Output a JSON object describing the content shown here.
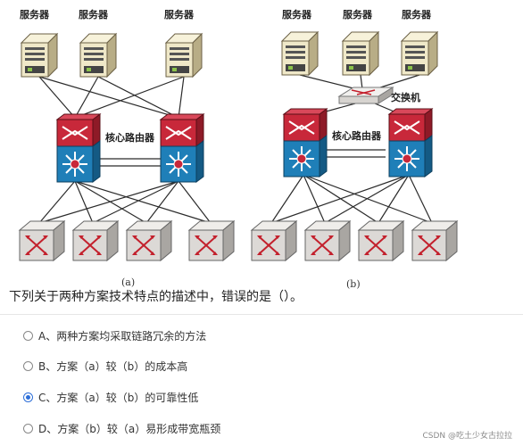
{
  "diagram": {
    "server_label": "服务器",
    "core_router_label": "核心路由器",
    "switch_label": "交换机",
    "caption_a": "(a)",
    "caption_b": "(b)"
  },
  "question": {
    "text": "下列关于两种方案技术特点的描述中，错误的是（）。",
    "options": [
      {
        "text": "A、两种方案均采取链路冗余的方法",
        "selected": false
      },
      {
        "text": "B、方案（a）较（b）的成本高",
        "selected": false
      },
      {
        "text": "C、方案（a）较（b）的可靠性低",
        "selected": true
      },
      {
        "text": "D、方案（b）较（a）易形成带宽瓶颈",
        "selected": false
      }
    ]
  },
  "watermark": "CSDN @吃土少女古拉拉",
  "colors": {
    "router_top": "#c8283a",
    "router_bottom": "#1f7fb8",
    "server_body": "#e8e4cc",
    "access_switch": "#d9d6d3",
    "radio_selected": "#2e6fd8"
  }
}
